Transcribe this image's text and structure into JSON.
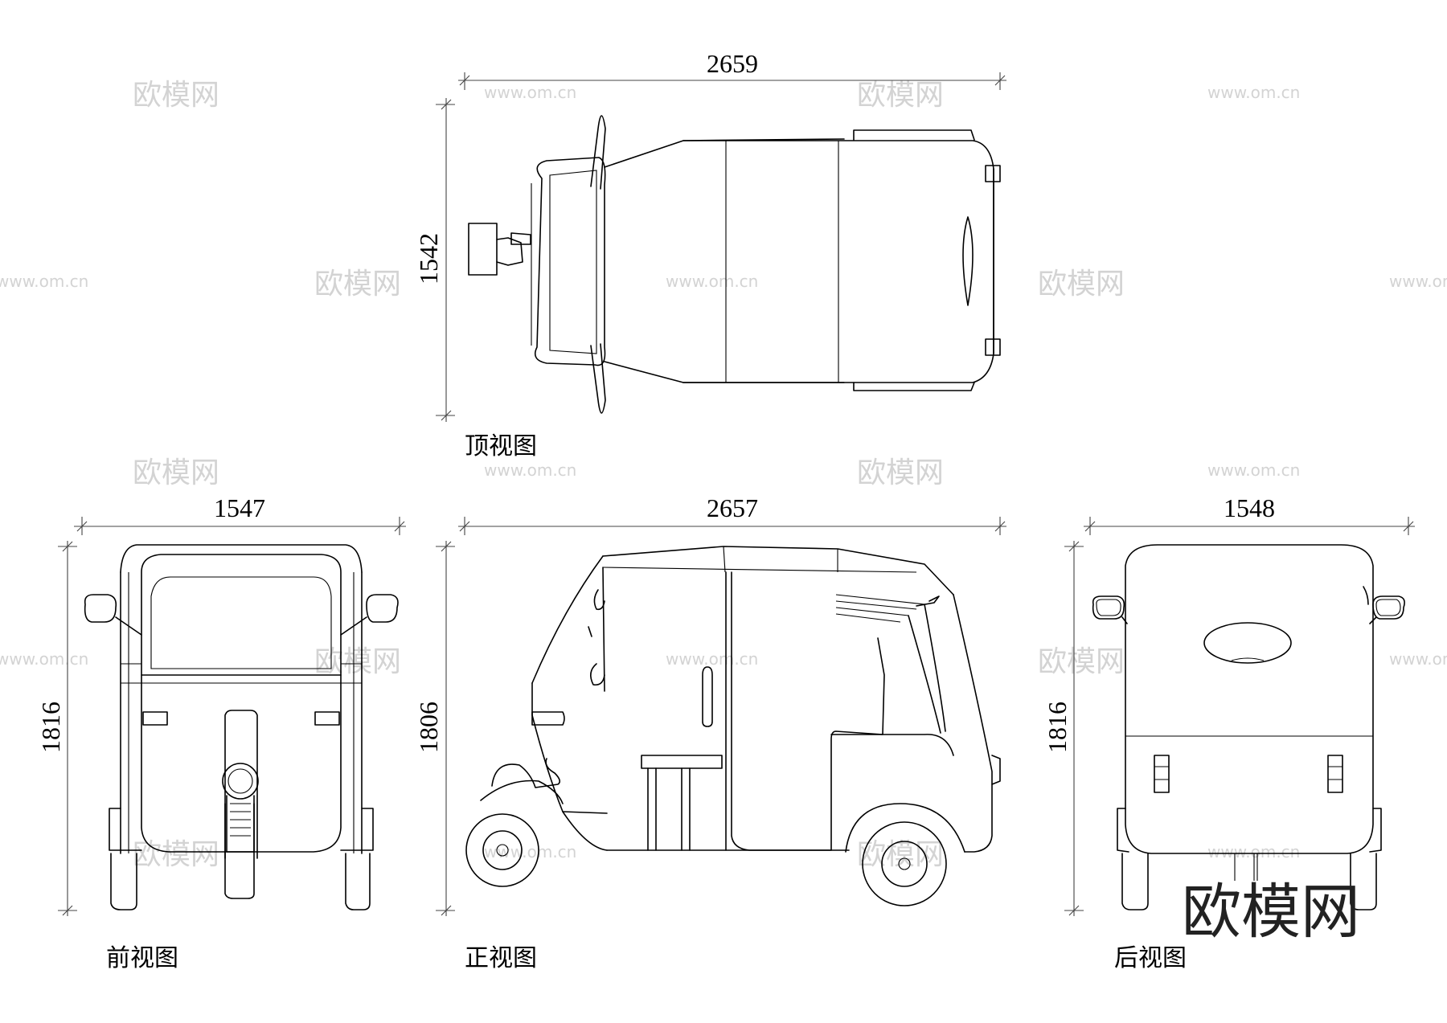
{
  "dimensions": {
    "top_width": "2659",
    "top_height": "1542",
    "front_width": "1547",
    "front_height": "1816",
    "side_width": "2657",
    "side_height": "1806",
    "rear_width": "1548",
    "rear_height": "1816"
  },
  "captions": {
    "top": "顶视图",
    "front": "前视图",
    "side": "正视图",
    "rear": "后视图"
  },
  "watermarks": {
    "brand": "欧模网",
    "url": "www.om.cn"
  }
}
